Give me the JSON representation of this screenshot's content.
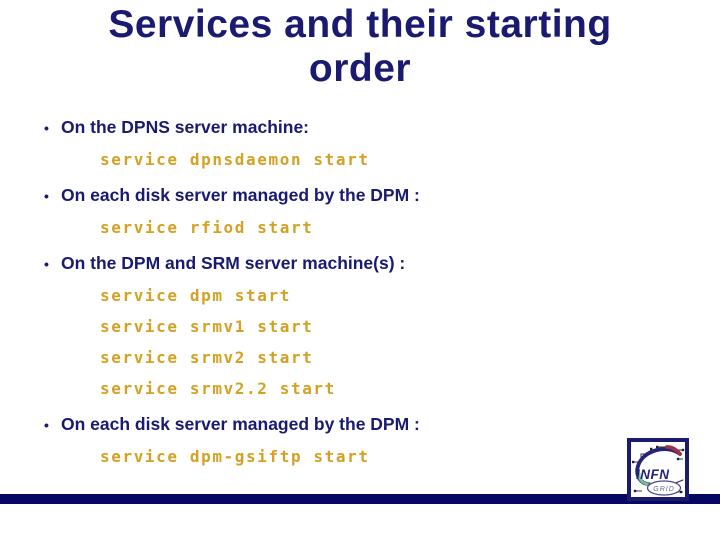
{
  "slide": {
    "title": "Services and their starting\norder",
    "bullet_glyph": "•"
  },
  "sections": [
    {
      "bullet": "On the DPNS server machine:",
      "commands": [
        "service dpnsdaemon start"
      ]
    },
    {
      "bullet": "On each disk server managed by the DPM :",
      "commands": [
        "service rfiod start"
      ]
    },
    {
      "bullet": "On the DPM and SRM server machine(s) :",
      "commands": [
        "service dpm start",
        "service srmv1 start",
        "service srmv2 start",
        "service srmv2.2 start"
      ]
    },
    {
      "bullet": "On each disk server managed by the DPM :",
      "commands": [
        "service dpm-gsiftp start"
      ]
    }
  ],
  "logo": {
    "name": "INFN",
    "sub": "GRID"
  },
  "colors": {
    "navy": "#1a1a70",
    "gold": "#d4a122",
    "bar_navy": "#060663",
    "logo_border": "#1b1b6e"
  }
}
